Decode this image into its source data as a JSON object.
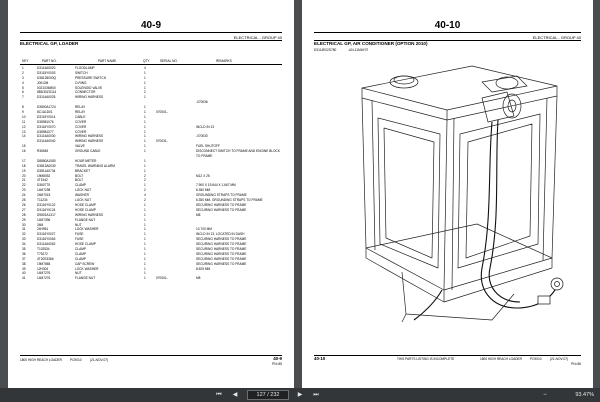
{
  "left_page": {
    "page_number": "40-9",
    "header": "ELECTRICAL - GROUP 40",
    "section_title": "ELECTRICAL GP, LOADER",
    "columns": [
      "KEY",
      "PART NO.",
      "PART NAME",
      "QTY",
      "SERIAL NO.",
      "REMARKS"
    ],
    "rows": [
      {
        "key": "1",
        "part": "D3114A0020",
        "name": "FLOODLAMP",
        "qty": "4",
        "serial": "",
        "remark": ""
      },
      {
        "key": "2",
        "part": "D3115Y0003",
        "name": "SWITCH",
        "qty": "1",
        "serial": "",
        "remark": ""
      },
      {
        "key": "3",
        "part": "D38128000Q",
        "name": "PRESSURE SWITCH",
        "qty": "1",
        "serial": "",
        "remark": ""
      },
      {
        "key": "4",
        "part": "J0012M",
        "name": "O-RING",
        "qty": "1",
        "serial": "",
        "remark": ""
      },
      {
        "key": "5",
        "part": "00Z1036M00",
        "name": "SOLENOID VALVE",
        "qty": "1",
        "serial": "",
        "remark": ""
      },
      {
        "key": "6",
        "part": "8BD30ZG114",
        "name": "CONNECTOR",
        "qty": "2",
        "serial": "",
        "remark": ""
      },
      {
        "key": "7",
        "part": "D3114A0025",
        "name": "WIRING HARNESS",
        "qty": "1",
        "serial": "",
        "remark": ""
      },
      {
        "key": "",
        "part": "",
        "name": "",
        "qty": "",
        "serial": "",
        "remark": "-070036"
      },
      {
        "key": "8",
        "part": "D3800A1724",
        "name": "RELAY",
        "qty": "1",
        "serial": "",
        "remark": ""
      },
      {
        "key": "9",
        "part": "8C1A1D01",
        "name": "RELAY",
        "qty": "1",
        "serial": "070001-",
        "remark": ""
      },
      {
        "key": "10",
        "part": "D3115Y0014",
        "name": "CABLE",
        "qty": "1",
        "serial": "",
        "remark": ""
      },
      {
        "key": "11",
        "part": "D38981076",
        "name": "COVER",
        "qty": "1",
        "serial": "",
        "remark": ""
      },
      {
        "key": "12",
        "part": "D3116Y0070",
        "name": "COVER",
        "qty": "1",
        "serial": "",
        "remark": "INCLD IN 13"
      },
      {
        "key": "13",
        "part": "D38981077",
        "name": "COVER",
        "qty": "1",
        "serial": "",
        "remark": ""
      },
      {
        "key": "14",
        "part": "D3114A0030",
        "name": "WIRING HARNESS",
        "qty": "1",
        "serial": "",
        "remark": "-070030"
      },
      {
        "key": "",
        "part": "D3114A0040",
        "name": "WIRING HARNESS",
        "qty": "1",
        "serial": "070031-",
        "remark": ""
      },
      {
        "key": "15",
        "part": "",
        "name": "VALVE",
        "qty": "1",
        "serial": "",
        "remark": "FUEL SHUTOFF"
      },
      {
        "key": "16",
        "part": "R36545",
        "name": "GROUND CABLE",
        "qty": "1",
        "serial": "",
        "remark": "DISCONNECT SWITCH TO FRAME AND ENGINE BLOCK"
      },
      {
        "key": "",
        "part": "",
        "name": "",
        "qty": "",
        "serial": "",
        "remark": "TO FRAME"
      },
      {
        "key": "17",
        "part": "D8880A1080",
        "name": "HOUR METER",
        "qty": "1",
        "serial": "",
        "remark": ""
      },
      {
        "key": "18",
        "part": "D3813A0030",
        "name": "TRAVEL WARNING ALARM",
        "qty": "1",
        "serial": "",
        "remark": ""
      },
      {
        "key": "19",
        "part": "D3811A0734",
        "name": "BRACKET",
        "qty": "1",
        "serial": "",
        "remark": ""
      },
      {
        "key": "20",
        "part": "19M8052",
        "name": "BOLT",
        "qty": "2",
        "serial": "",
        "remark": "M12 X 25"
      },
      {
        "key": "21",
        "part": "4T1942",
        "name": "BOLT",
        "qty": "2",
        "serial": "",
        "remark": ""
      },
      {
        "key": "22",
        "part": "D36077S",
        "name": "CLAMP",
        "qty": "1",
        "serial": "",
        "remark": "7.900 X 19.844 X 1.667 MM"
      },
      {
        "key": "23",
        "part": "14M7298",
        "name": "LOCK NUT",
        "qty": "2",
        "serial": "",
        "remark": "6.350 MM"
      },
      {
        "key": "24",
        "part": "24M7015",
        "name": "WASHER",
        "qty": "4",
        "serial": "",
        "remark": "GROUNDING STRAPS TO FRAME"
      },
      {
        "key": "25",
        "part": "T11234",
        "name": "LOCK NUT",
        "qty": "2",
        "serial": "",
        "remark": "6.350 MM, GROUNDING STRAPS TO FRAME"
      },
      {
        "key": "26",
        "part": "D3116Y0122",
        "name": "HOSE CLAMP",
        "qty": "1",
        "serial": "",
        "remark": "SECURING HARNESS TO FRAME"
      },
      {
        "key": "27",
        "part": "D3116Y0124",
        "name": "HOSE CLAMP",
        "qty": "1",
        "serial": "",
        "remark": "SECURING HARNESS TO FRAME"
      },
      {
        "key": "28",
        "part": "D9801A1317",
        "name": "WIRING HARNESS",
        "qty": "1",
        "serial": "",
        "remark": "M8"
      },
      {
        "key": "29",
        "part": "14M7396",
        "name": "FLANGE NUT",
        "qty": "1",
        "serial": "",
        "remark": ""
      },
      {
        "key": "30",
        "part": "34M",
        "name": "NUT",
        "qty": "1",
        "serial": "",
        "remark": ""
      },
      {
        "key": "31",
        "part": "24H951",
        "name": "LOCK WASHER",
        "qty": "1",
        "serial": "",
        "remark": "10.700 MM"
      },
      {
        "key": "32",
        "part": "D3116Y0027",
        "name": "FUSE",
        "qty": "1",
        "serial": "",
        "remark": "INCLD IN 13, LOCATED IN DASH"
      },
      {
        "key": "33",
        "part": "D3116Y0063",
        "name": "FUSE",
        "qty": "1",
        "serial": "",
        "remark": "SECURING HARNESS TO FRAME"
      },
      {
        "key": "34",
        "part": "D3114A0052",
        "name": "HOSE CLAMP",
        "qty": "1",
        "serial": "",
        "remark": "SECURING HARNESS TO FRAME"
      },
      {
        "key": "35",
        "part": "T102534",
        "name": "CLAMP",
        "qty": "1",
        "serial": "",
        "remark": "SECURING HARNESS TO FRAME"
      },
      {
        "key": "36",
        "part": "T75272",
        "name": "CLAMP",
        "qty": "1",
        "serial": "",
        "remark": "SECURING HARNESS TO FRAME"
      },
      {
        "key": "37",
        "part": "4T20S3366",
        "name": "CLAMP",
        "qty": "1",
        "serial": "",
        "remark": "SECURING HARNESS TO FRAME"
      },
      {
        "key": "38",
        "part": "19M7865",
        "name": "CAP SCREW",
        "qty": "1",
        "serial": "",
        "remark": "SECURING HARNESS TO FRAME"
      },
      {
        "key": "39",
        "part": "12H304",
        "name": "LOCK WASHER",
        "qty": "1",
        "serial": "",
        "remark": "8.525 MM"
      },
      {
        "key": "40",
        "part": "14M7276",
        "name": "NUT",
        "qty": "1",
        "serial": "",
        "remark": ""
      },
      {
        "key": "41",
        "part": "14M7276",
        "name": "FLANGE NUT",
        "qty": "1",
        "serial": "070001-",
        "remark": "M8"
      }
    ],
    "footer_left": "1800 HIGH REACH LOADER",
    "footer_code": "PC9010",
    "footer_date": "(21-NOV-07)",
    "footer_page": "40-9",
    "footer_sub": "PN=55"
  },
  "right_page": {
    "page_number": "40-10",
    "header": "ELECTRICAL - GROUP 40",
    "section_title": "ELECTRICAL GP, AIR CONDITIONER (OPTION 2010)",
    "doc_no": "D3114E02S780",
    "doc_ref": "-UN-11MAY07",
    "footer_page": "40-10",
    "footer_note": "THIS PARTS LISTING IS INCOMPLETE",
    "footer_right": "1800 HIGH REACH LOADER",
    "footer_code": "PC9010",
    "footer_date": "(21-NOV-07)",
    "footer_sub": "PN=56"
  },
  "toolbar": {
    "current_page": "127",
    "total_pages": "232",
    "separator": "/",
    "zoom": "93.47%"
  }
}
